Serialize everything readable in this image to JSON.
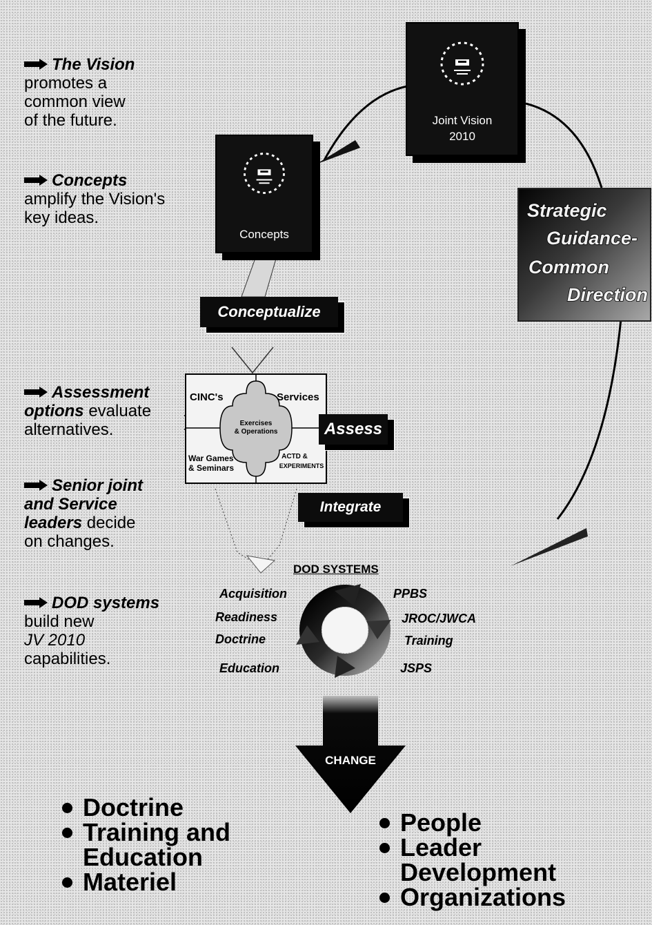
{
  "steps": [
    {
      "lead": "The Vision",
      "lines": [
        "promotes a",
        "common view",
        "of the future."
      ]
    },
    {
      "lead": "Concepts",
      "lines": [
        "amplify the Vision's",
        "key ideas."
      ]
    },
    {
      "lead": "Assessment",
      "lead2": "options",
      "tail": "evaluate",
      "lines": [
        "alternatives."
      ]
    },
    {
      "lead": "Senior joint",
      "lead2": "and Service",
      "lead3": "leaders",
      "tail": "decide",
      "lines": [
        "on changes."
      ]
    },
    {
      "lead": "DOD systems",
      "lines": [
        "build new",
        "JV 2010",
        "capabilities."
      ]
    }
  ],
  "books": {
    "vision": {
      "line1": "Joint Vision",
      "line2": "2010"
    },
    "concepts": {
      "line1": "Concepts"
    }
  },
  "strategic": {
    "line1": "Strategic",
    "line2": "Guidance-",
    "line3": "Common",
    "line4": "Direction"
  },
  "tags": {
    "conceptualize": "Conceptualize",
    "assess": "Assess",
    "integrate": "Integrate"
  },
  "puzzle": {
    "tl": "CINC's",
    "tr": "Services",
    "center1": "Exercises",
    "center2": "& Operations",
    "bl1": "War Games",
    "bl2": "& Seminars",
    "br1": "ACTD &",
    "br2": "EXPERIMENTS"
  },
  "dod": {
    "title": "DOD SYSTEMS",
    "left": [
      "Acquisition",
      "Readiness",
      "Doctrine",
      "Education"
    ],
    "right": [
      "PPBS",
      "JROC/JWCA",
      "Training",
      "JSPS"
    ]
  },
  "change": {
    "label": "CHANGE"
  },
  "outcomes": {
    "left": [
      {
        "lines": [
          "Doctrine"
        ]
      },
      {
        "lines": [
          "Training and",
          "Education"
        ]
      },
      {
        "lines": [
          "Materiel"
        ]
      }
    ],
    "right": [
      {
        "lines": [
          "People"
        ]
      },
      {
        "lines": [
          "Leader",
          "Development"
        ]
      },
      {
        "lines": [
          "Organizations"
        ]
      }
    ]
  },
  "colors": {
    "ink": "#000000",
    "panel": "#111111",
    "background": "#e6e6e6"
  }
}
